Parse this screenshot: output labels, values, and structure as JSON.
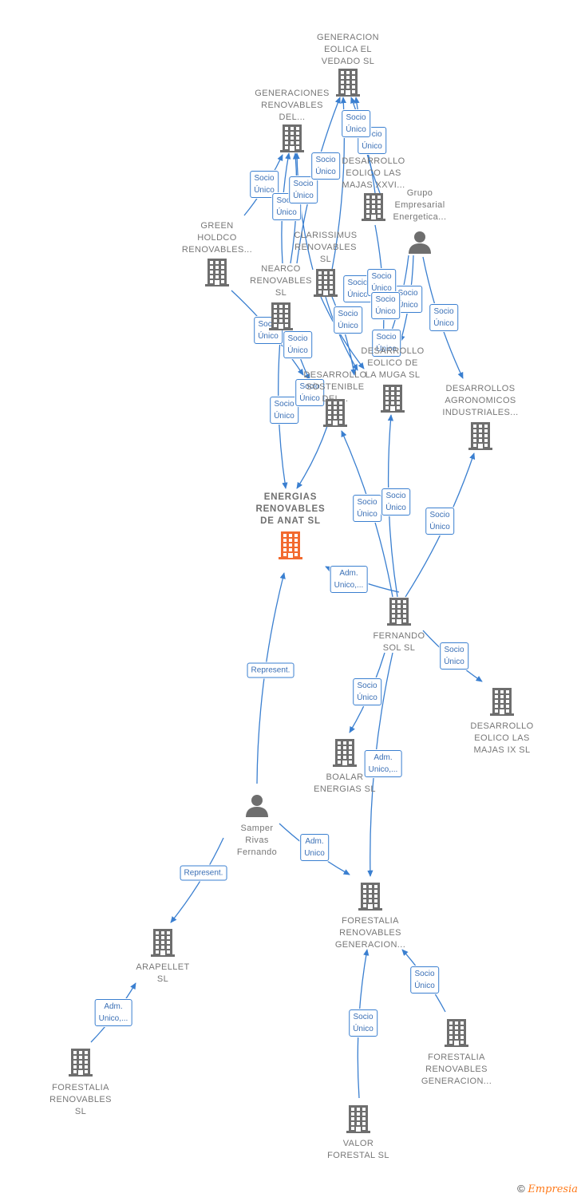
{
  "nodes": [
    {
      "id": "gen_vedado",
      "type": "company",
      "lines": [
        "GENERACION",
        "EOLICA EL",
        "VEDADO SL"
      ]
    },
    {
      "id": "generaciones",
      "type": "company",
      "lines": [
        "GENERACIONES",
        "RENOVABLES",
        "DEL..."
      ]
    },
    {
      "id": "desarrollo_xxvi",
      "type": "company",
      "lines": [
        "DESARROLLO",
        "EOLICO LAS",
        "MAJAS XXVI..."
      ]
    },
    {
      "id": "grupo",
      "type": "person",
      "lines": [
        "Grupo",
        "Empresarial",
        "Energetica..."
      ]
    },
    {
      "id": "green",
      "type": "company",
      "lines": [
        "GREEN",
        "HOLDCO",
        "RENOVABLES..."
      ]
    },
    {
      "id": "clarissimus",
      "type": "company",
      "lines": [
        "CLARISSIMUS",
        "RENOVABLES",
        "SL"
      ]
    },
    {
      "id": "nearco",
      "type": "company",
      "lines": [
        "NEARCO",
        "RENOVABLES",
        "SL"
      ]
    },
    {
      "id": "muga",
      "type": "company",
      "lines": [
        "DESARROLLO",
        "EOLICO DE",
        "LA MUGA SL"
      ]
    },
    {
      "id": "sostenible",
      "type": "company",
      "lines": [
        "DESARROLLO",
        "SOSTENIBLE",
        "DEL..."
      ]
    },
    {
      "id": "agronomicos",
      "type": "company",
      "lines": [
        "DESARROLLOS",
        "AGRONOMICOS",
        "INDUSTRIALES..."
      ]
    },
    {
      "id": "anat",
      "type": "main",
      "lines": [
        "ENERGIAS",
        "RENOVABLES",
        "DE ANAT  SL"
      ]
    },
    {
      "id": "fernando",
      "type": "company",
      "lines": [
        "FERNANDO",
        "SOL SL"
      ]
    },
    {
      "id": "majas_ix",
      "type": "company",
      "lines": [
        "DESARROLLO",
        "EOLICO LAS",
        "MAJAS IX  SL"
      ]
    },
    {
      "id": "boalar",
      "type": "company",
      "lines": [
        "BOALAR",
        "ENERGIAS  SL"
      ]
    },
    {
      "id": "samper",
      "type": "person",
      "lines": [
        "Samper",
        "Rivas",
        "Fernando"
      ]
    },
    {
      "id": "forestalia_gen",
      "type": "company",
      "lines": [
        "FORESTALIA",
        "RENOVABLES",
        "GENERACION..."
      ]
    },
    {
      "id": "arapellet",
      "type": "company",
      "lines": [
        "ARAPELLET",
        "SL"
      ]
    },
    {
      "id": "forestalia_gen2",
      "type": "company",
      "lines": [
        "FORESTALIA",
        "RENOVABLES",
        "GENERACION..."
      ]
    },
    {
      "id": "forestalia_sl",
      "type": "company",
      "lines": [
        "FORESTALIA",
        "RENOVABLES",
        "SL"
      ]
    },
    {
      "id": "valor",
      "type": "company",
      "lines": [
        "VALOR",
        "FORESTAL SL"
      ]
    }
  ],
  "edges": [
    {
      "from": "grupo",
      "to": "muga",
      "label": [
        "Socio",
        "Único"
      ]
    },
    {
      "from": "grupo",
      "to": "agronomicos",
      "label": [
        "Socio",
        "Único"
      ]
    },
    {
      "from": "grupo",
      "to": "muga",
      "label": [
        "Socio",
        "Único"
      ]
    },
    {
      "from": "desarrollo_xxvi",
      "to": "gen_vedado",
      "label": [
        "Socio",
        "Único"
      ]
    },
    {
      "from": "desarrollo_xxvi",
      "to": "gen_vedado",
      "label": [
        "Socio",
        "Único"
      ]
    },
    {
      "from": "clarissimus",
      "to": "gen_vedado",
      "label": [
        "Socio",
        "Único"
      ]
    },
    {
      "from": "clarissimus",
      "to": "generaciones",
      "label": [
        "Socio",
        "Único"
      ]
    },
    {
      "from": "green",
      "to": "generaciones",
      "label": [
        "Socio",
        "Único"
      ]
    },
    {
      "from": "nearco",
      "to": "generaciones",
      "label": [
        "Socio",
        "Único"
      ]
    },
    {
      "from": "nearco",
      "to": "generaciones",
      "label": [
        "Socio",
        "Único"
      ]
    },
    {
      "from": "nearco",
      "to": "gen_vedado",
      "label": [
        "Socio",
        "Único"
      ]
    },
    {
      "from": "clarissimus",
      "to": "sostenible",
      "label": [
        "Socio",
        "Único"
      ]
    },
    {
      "from": "clarissimus",
      "to": "muga",
      "label": [
        "Socio",
        "Único"
      ]
    },
    {
      "from": "clarissimus",
      "to": "sostenible",
      "label": [
        "Socio",
        "Único"
      ]
    },
    {
      "from": "clarissimus",
      "to": "sostenible",
      "label": [
        "Socio",
        "Único"
      ]
    },
    {
      "from": "nearco",
      "to": "sostenible",
      "label": [
        "Socio",
        "Único"
      ]
    },
    {
      "from": "green",
      "to": "sostenible",
      "label": [
        "Socio",
        "Único"
      ]
    },
    {
      "from": "nearco",
      "to": "anat",
      "label": [
        "Socio",
        "Único"
      ]
    },
    {
      "from": "sostenible",
      "to": "anat",
      "label": [
        "Socio",
        "Único"
      ]
    },
    {
      "from": "fernando",
      "to": "sostenible",
      "label": [
        "Socio",
        "Único"
      ]
    },
    {
      "from": "fernando",
      "to": "muga",
      "label": [
        "Socio",
        "Único"
      ]
    },
    {
      "from": "fernando",
      "to": "agronomicos",
      "label": [
        "Socio",
        "Único"
      ]
    },
    {
      "from": "fernando",
      "to": "anat",
      "label": [
        "Adm.",
        "Unico,..."
      ]
    },
    {
      "from": "fernando",
      "to": "majas_ix",
      "label": [
        "Socio",
        "Único"
      ]
    },
    {
      "from": "fernando",
      "to": "boalar",
      "label": [
        "Socio",
        "Único"
      ]
    },
    {
      "from": "fernando",
      "to": "forestalia_gen",
      "label": [
        "Adm.",
        "Unico,..."
      ]
    },
    {
      "from": "samper",
      "to": "anat",
      "label": [
        "Represent."
      ]
    },
    {
      "from": "samper",
      "to": "forestalia_gen",
      "label": [
        "Adm.",
        "Unico"
      ]
    },
    {
      "from": "samper",
      "to": "arapellet",
      "label": [
        "Represent."
      ]
    },
    {
      "from": "forestalia_sl",
      "to": "arapellet",
      "label": [
        "Adm.",
        "Unico,..."
      ]
    },
    {
      "from": "valor",
      "to": "forestalia_gen",
      "label": [
        "Socio",
        "Único"
      ]
    },
    {
      "from": "forestalia_gen2",
      "to": "forestalia_gen",
      "label": [
        "Socio",
        "Único"
      ]
    }
  ],
  "colors": {
    "edge": "#3a7fd0",
    "company": "#6e6e6e",
    "main": "#f26a2f",
    "label_text": "#777777"
  },
  "footer": {
    "symbol": "©",
    "brand": "Empresia"
  }
}
